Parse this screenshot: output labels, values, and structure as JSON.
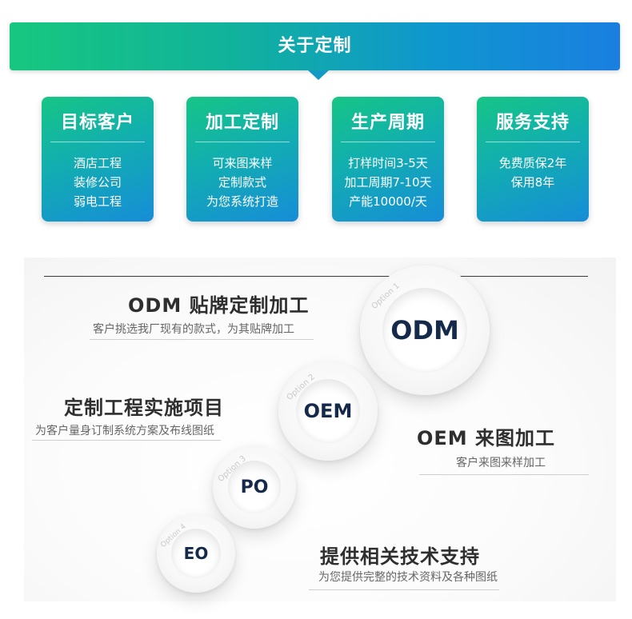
{
  "banner": {
    "title": "关于定制"
  },
  "cards": [
    {
      "title": "目标客户",
      "lines": [
        "酒店工程",
        "装修公司",
        "弱电工程"
      ]
    },
    {
      "title": "加工定制",
      "lines": [
        "可来图来样",
        "定制款式",
        "为您系统打造"
      ]
    },
    {
      "title": "生产周期",
      "lines": [
        "打样时间3-5天",
        "加工周期7-10天",
        "产能10000/天"
      ]
    },
    {
      "title": "服务支持",
      "lines": [
        "免费质保2年",
        "保用8年"
      ]
    }
  ],
  "options": [
    {
      "tag": "Option 1",
      "label": "ODM",
      "heading": "ODM 贴牌定制加工",
      "sub": "客户挑选我厂现有的款式，为其贴牌加工"
    },
    {
      "tag": "Option 2",
      "label": "OEM",
      "heading": "OEM 来图加工",
      "sub": "客户来图来样加工"
    },
    {
      "tag": "Option 3",
      "label": "PO",
      "heading": "定制工程实施项目",
      "sub": "为客户量身订制系统方案及布线图纸"
    },
    {
      "tag": "Option 4",
      "label": "EO",
      "heading": "提供相关技术支持",
      "sub": "为您提供完整的技术资料及各种图纸"
    }
  ],
  "colors": {
    "banner_start": "#17c77f",
    "banner_end": "#1a7fe0",
    "circle_text": "#152a4a"
  }
}
